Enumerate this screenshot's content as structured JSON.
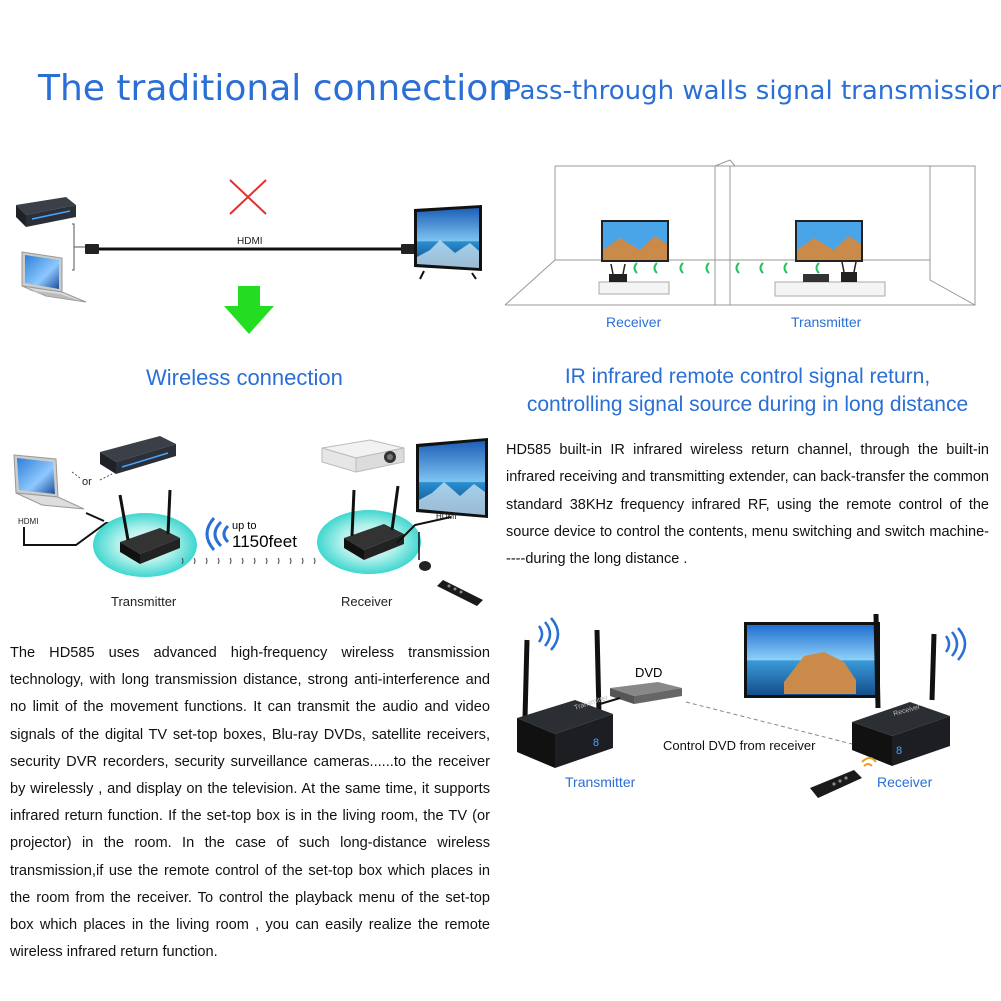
{
  "titles": {
    "traditional": "The traditional connection",
    "passthrough": "Pass-through walls signal transmission",
    "wireless": "Wireless connection",
    "ir_line1": "IR infrared remote control signal return,",
    "ir_line2": "controlling signal source during in long distance"
  },
  "labels": {
    "hdmi_cable": "HDMI",
    "receiver_room": "Receiver",
    "transmitter_room": "Transmitter",
    "or": "or",
    "hdmi_left": "HDMI",
    "hdmi_right": "HDMI",
    "up_to": "up to",
    "distance": "1150feet",
    "transmitter_mid": "Transmitter",
    "receiver_mid": "Receiver",
    "dvd": "DVD",
    "control_dvd": "Control DVD from receiver",
    "transmitter_bottom": "Transmitter",
    "receiver_bottom": "Receiver",
    "box_tx_text": "Transmitter",
    "box_rx_text": "Receiver"
  },
  "paragraphs": {
    "ir": "HD585 built-in IR infrared wireless return channel, through the built-in infrared receiving and transmitting extender, can back-transfer the common standard 38KHz frequency infrared RF, using the remote control of the source device to control the contents, menu switching and switch machine-----during the long distance .",
    "main": "The HD585 uses advanced high-frequency wireless transmission technology, with long transmission distance, strong anti-interference and no limit of the movement functions.  It can transmit the audio and video signals of the digital TV set-top boxes, Blu-ray DVDs, satellite receivers, security DVR recorders, security surveillance cameras......to the receiver by wirelessly , and display on the television. At the same time, it supports infrared return function. If the set-top box is in the living room, the TV (or projector) in the room. In the case of such long-distance wireless transmission,if use the remote control of the set-top box which places in the room from the receiver. To control the playback menu of the set-top box which places in the living room , you can easily realize the remote wireless infrared return function."
  },
  "colors": {
    "title_blue": "#2a6fd6",
    "arrow_green": "#22dd22",
    "cross_red": "#e03030",
    "signal_green": "#22c15a",
    "halo_cyan": "#3fd6d0"
  },
  "icons": [
    "set-top-box-icon",
    "laptop-icon",
    "tv-icon",
    "cross-icon",
    "down-arrow-icon",
    "projector-icon",
    "remote-icon",
    "wifi-signal-icon",
    "antenna-box-icon",
    "dvd-player-icon"
  ]
}
